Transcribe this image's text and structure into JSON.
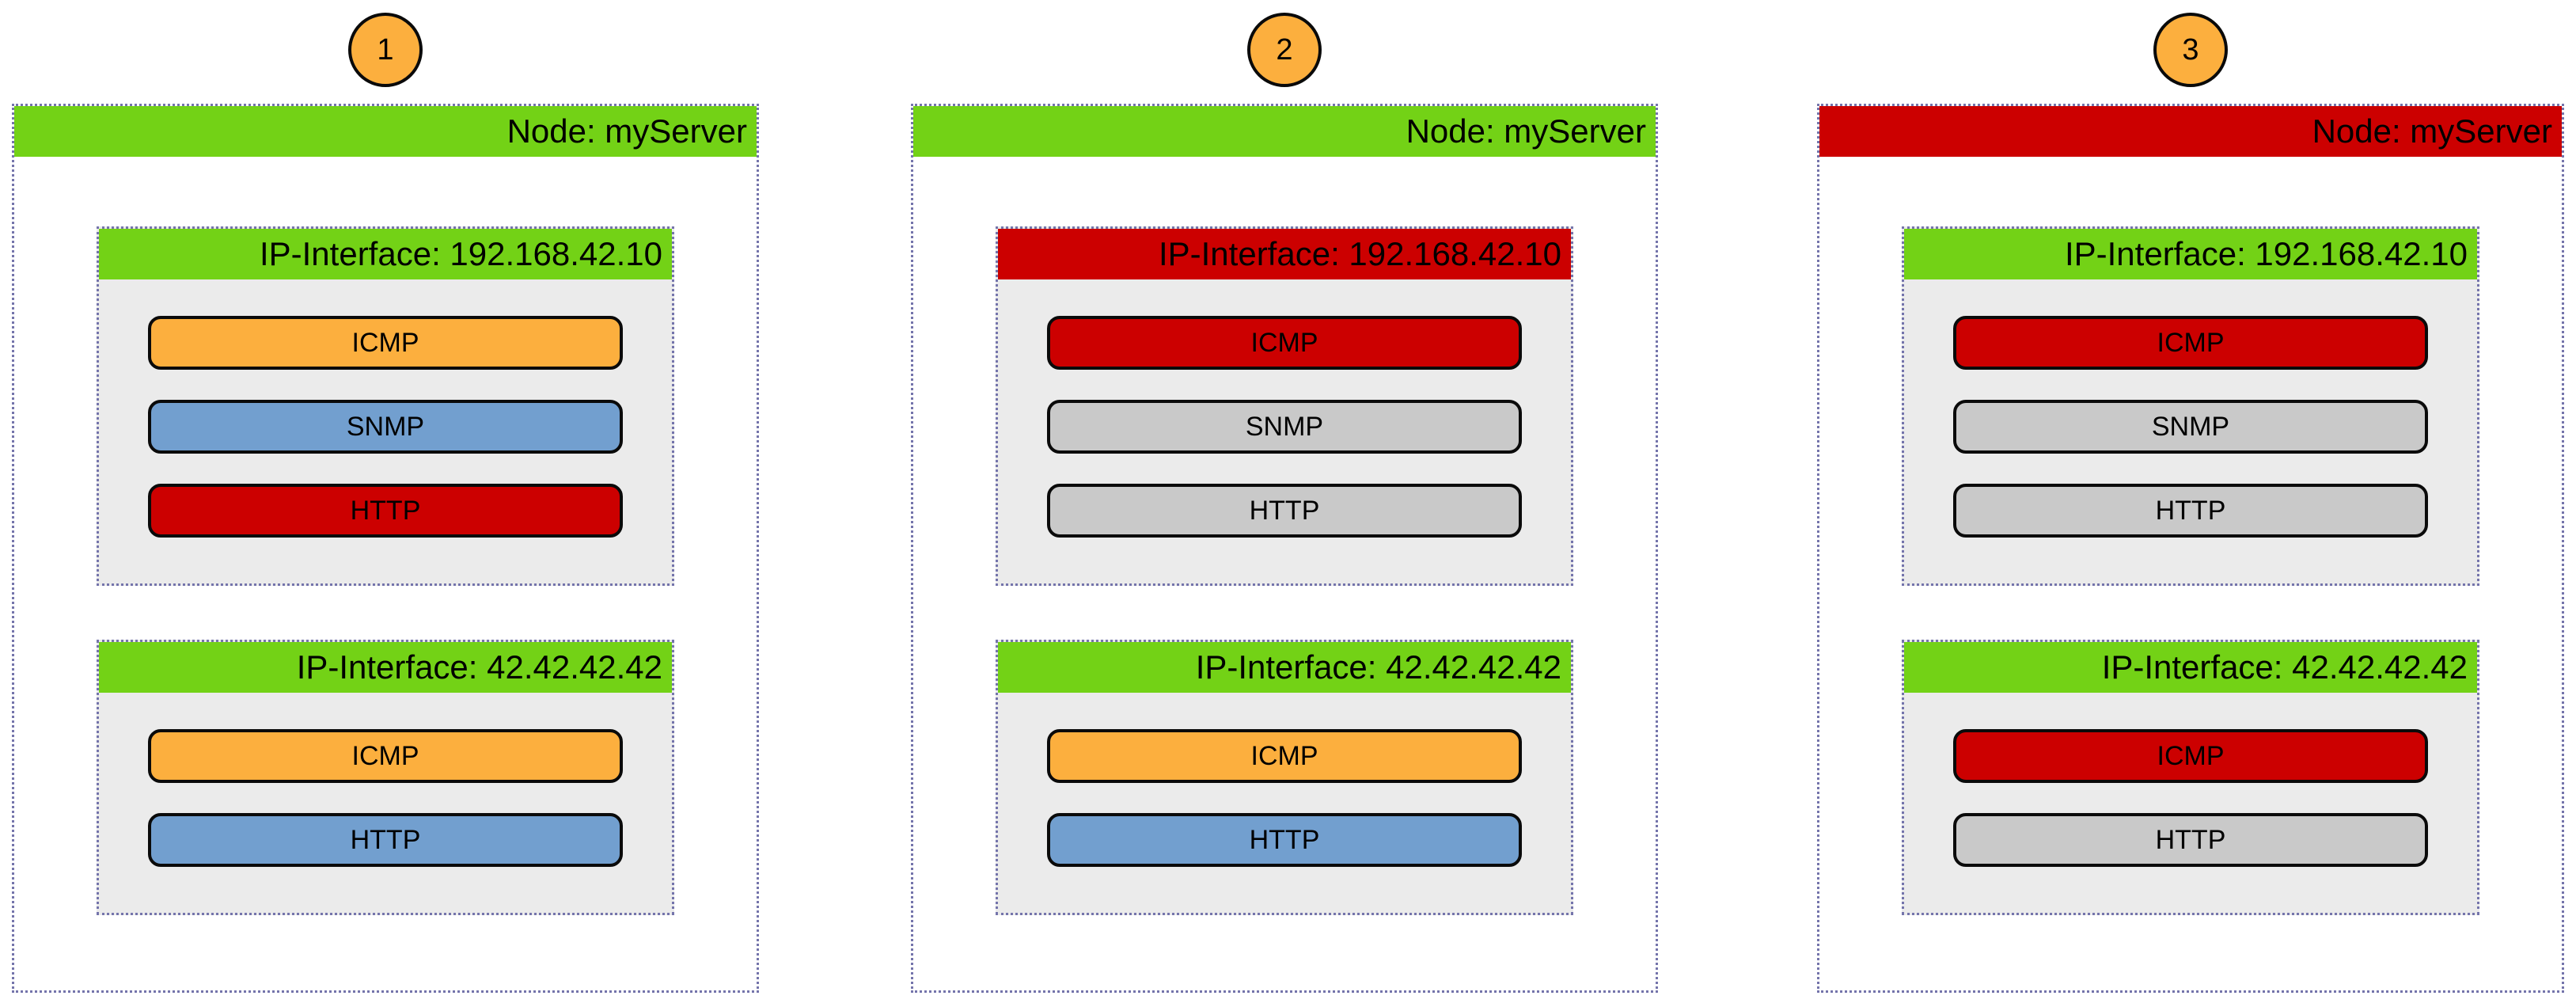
{
  "colors": {
    "green": "#73d216",
    "red": "#cc0000",
    "orange": "#fcaf3e",
    "blue": "#729fcf",
    "gray": "#c9c9c9",
    "interface_bg": "#ebebeb",
    "dotted_border": "#7474ab",
    "badge_border": "#0a0a0a",
    "circle_fill": "#fcaf3e"
  },
  "panels": [
    {
      "step": "1",
      "node": {
        "label": "Node: myServer",
        "color": "green"
      },
      "interfaces": [
        {
          "label": "IP-Interface: 192.168.42.10",
          "color": "green",
          "services": [
            {
              "label": "ICMP",
              "color": "orange"
            },
            {
              "label": "SNMP",
              "color": "blue"
            },
            {
              "label": "HTTP",
              "color": "red"
            }
          ]
        },
        {
          "label": "IP-Interface: 42.42.42.42",
          "color": "green",
          "services": [
            {
              "label": "ICMP",
              "color": "orange"
            },
            {
              "label": "HTTP",
              "color": "blue"
            }
          ]
        }
      ]
    },
    {
      "step": "2",
      "node": {
        "label": "Node: myServer",
        "color": "green"
      },
      "interfaces": [
        {
          "label": "IP-Interface: 192.168.42.10",
          "color": "red",
          "services": [
            {
              "label": "ICMP",
              "color": "red"
            },
            {
              "label": "SNMP",
              "color": "gray"
            },
            {
              "label": "HTTP",
              "color": "gray"
            }
          ]
        },
        {
          "label": "IP-Interface: 42.42.42.42",
          "color": "green",
          "services": [
            {
              "label": "ICMP",
              "color": "orange"
            },
            {
              "label": "HTTP",
              "color": "blue"
            }
          ]
        }
      ]
    },
    {
      "step": "3",
      "node": {
        "label": "Node: myServer",
        "color": "red"
      },
      "interfaces": [
        {
          "label": "IP-Interface: 192.168.42.10",
          "color": "green",
          "services": [
            {
              "label": "ICMP",
              "color": "red"
            },
            {
              "label": "SNMP",
              "color": "gray"
            },
            {
              "label": "HTTP",
              "color": "gray"
            }
          ]
        },
        {
          "label": "IP-Interface: 42.42.42.42",
          "color": "green",
          "services": [
            {
              "label": "ICMP",
              "color": "red"
            },
            {
              "label": "HTTP",
              "color": "gray"
            }
          ]
        }
      ]
    }
  ]
}
